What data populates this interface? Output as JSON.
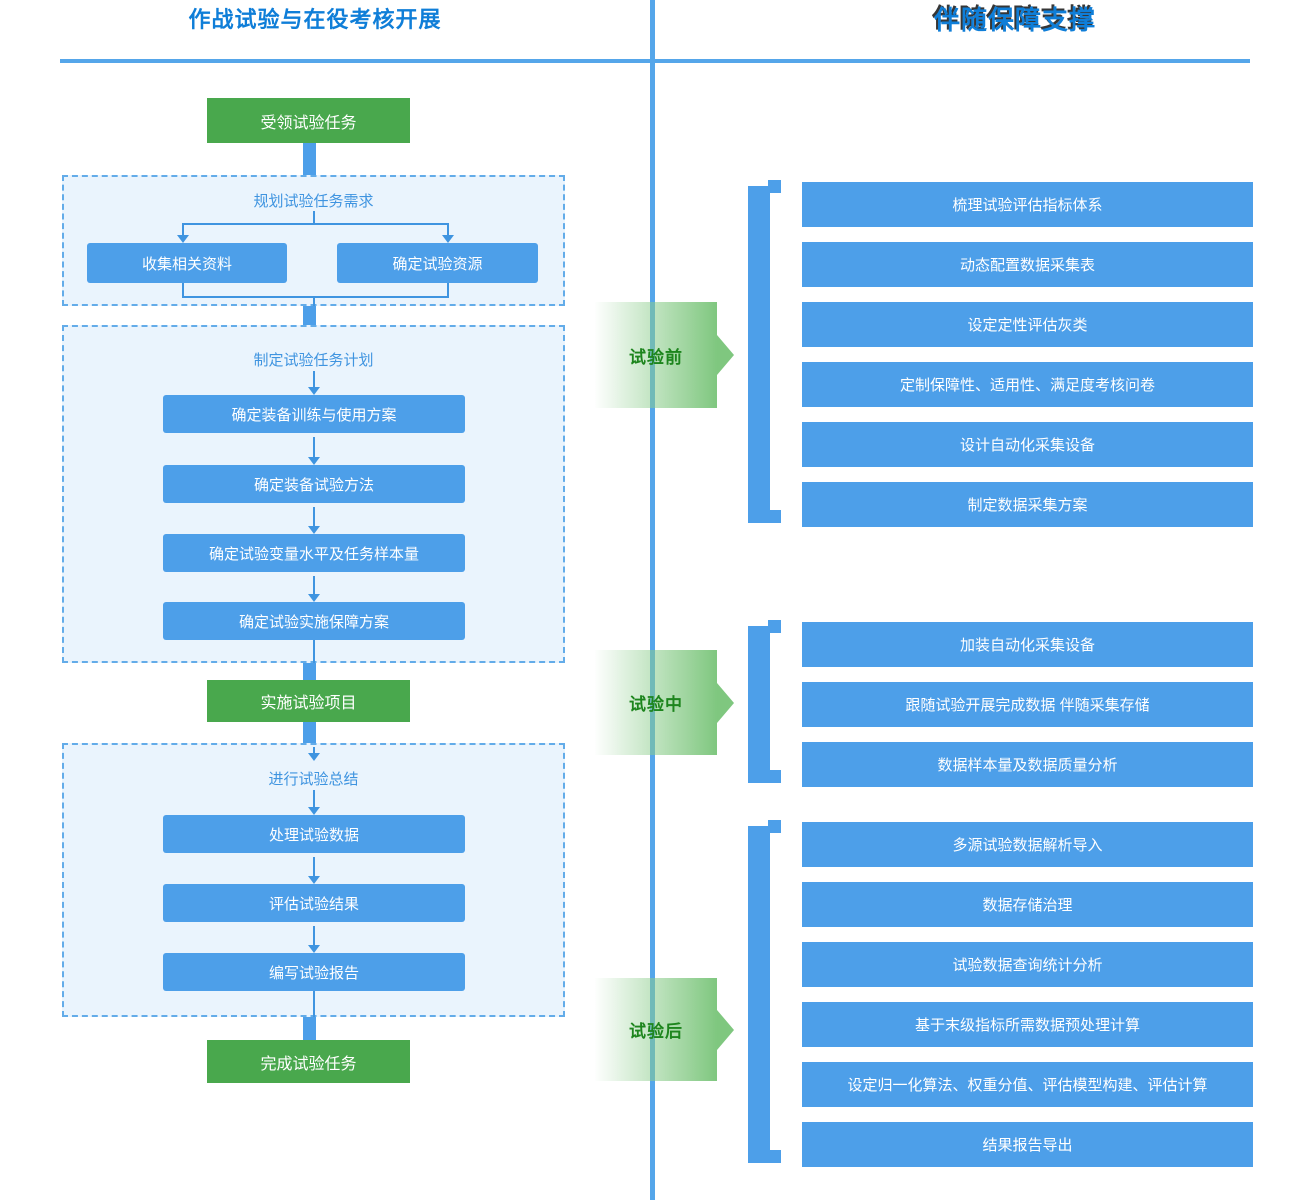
{
  "headers": {
    "left": "作战试验与在役考核开展",
    "right": "伴随保障支撑"
  },
  "flow": {
    "start_node": "受领试验任务",
    "stage1": {
      "title": "规划试验任务需求",
      "tasks": [
        "收集相关资料",
        "确定试验资源"
      ]
    },
    "stage2": {
      "title": "制定试验任务计划",
      "tasks": [
        "确定装备训练与使用方案",
        "确定装备试验方法",
        "确定试验变量水平及任务样本量",
        "确定试验实施保障方案"
      ]
    },
    "middle_node": "实施试验项目",
    "stage3": {
      "title": "进行试验总结",
      "tasks": [
        "处理试验数据",
        "评估试验结果",
        "编写试验报告"
      ]
    },
    "end_node": "完成试验任务"
  },
  "phases": [
    {
      "label": "试验前",
      "tasks": [
        "梳理试验评估指标体系",
        "动态配置数据采集表",
        "设定定性评估灰类",
        "定制保障性、适用性、满足度考核问卷",
        "设计自动化采集设备",
        "制定数据采集方案"
      ]
    },
    {
      "label": "试验中",
      "tasks": [
        "加装自动化采集设备",
        "跟随试验开展完成数据 伴随采集存储",
        "数据样本量及数据质量分析"
      ]
    },
    {
      "label": "试验后",
      "tasks": [
        "多源试验数据解析导入",
        "数据存储治理",
        "试验数据查询统计分析",
        "基于末级指标所需数据预处理计算",
        "设定归一化算法、权重分值、评估模型构建、评估计算",
        "结果报告导出"
      ]
    }
  ],
  "colors": {
    "header_blue": "#0f7ed8",
    "task_box_blue": "#4d9fe9",
    "line_blue": "#3f94e0",
    "divider_blue": "#55a6ea",
    "container_bg": "#eaf4fd",
    "container_border": "#63ace9",
    "node_green": "#49a84d",
    "phase_gradient_end": "#7fc77f",
    "phase_text_green": "#1d851d"
  }
}
